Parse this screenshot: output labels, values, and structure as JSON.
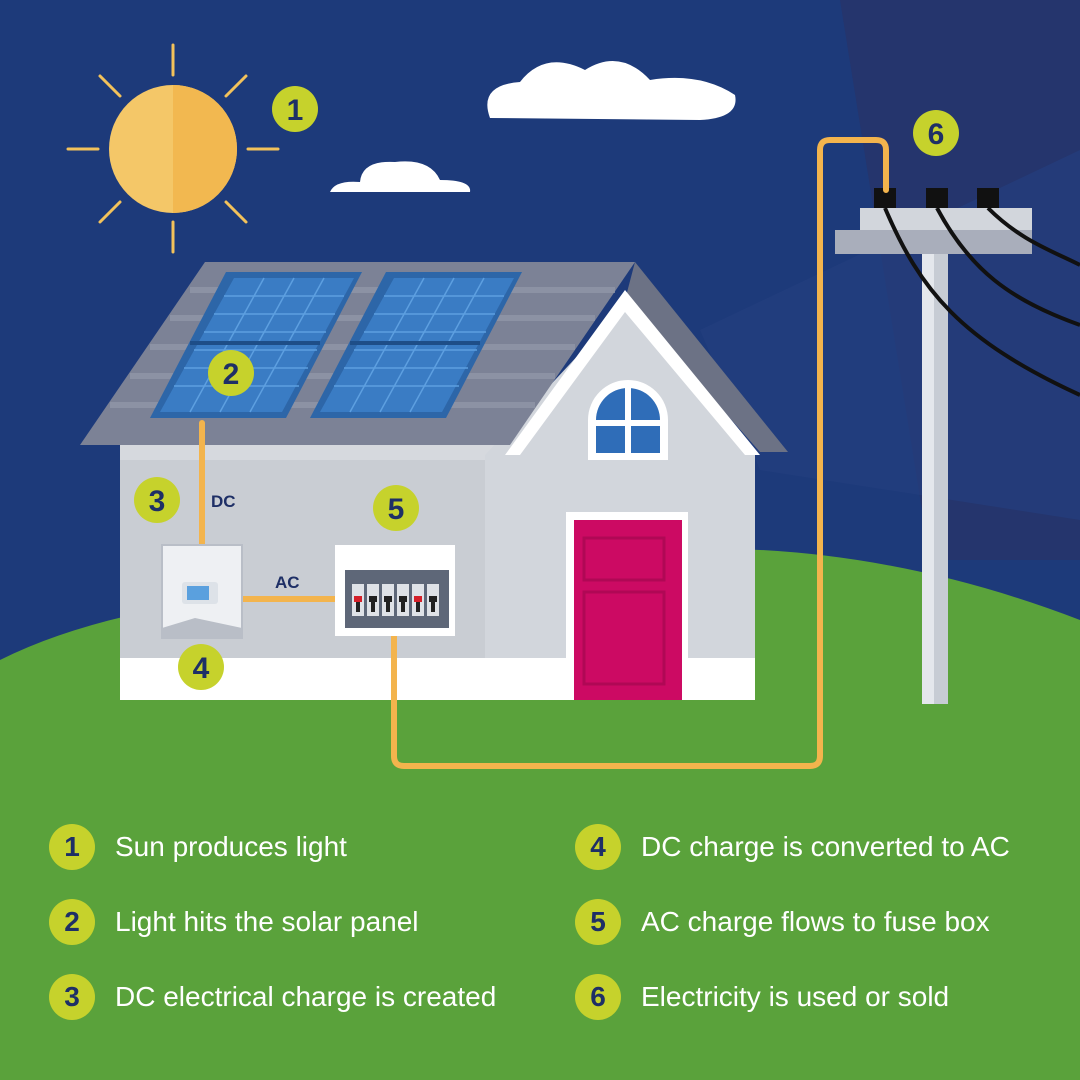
{
  "diagram": {
    "labels": {
      "dc": "DC",
      "ac": "AC"
    },
    "badges": [
      "1",
      "2",
      "3",
      "4",
      "5",
      "6"
    ]
  },
  "legend": [
    {
      "num": "1",
      "text": "Sun produces light"
    },
    {
      "num": "2",
      "text": "Light hits the solar panel"
    },
    {
      "num": "3",
      "text": "DC electrical charge is created"
    },
    {
      "num": "4",
      "text": "DC charge is converted to AC"
    },
    {
      "num": "5",
      "text": "AC charge flows to fuse box"
    },
    {
      "num": "6",
      "text": "Electricity is used or sold"
    }
  ],
  "colors": {
    "sky": "#1d3a7a",
    "grass": "#5aa23b",
    "badge": "#c6d22c",
    "wire": "#f3b44d",
    "door": "#cc0a63"
  }
}
